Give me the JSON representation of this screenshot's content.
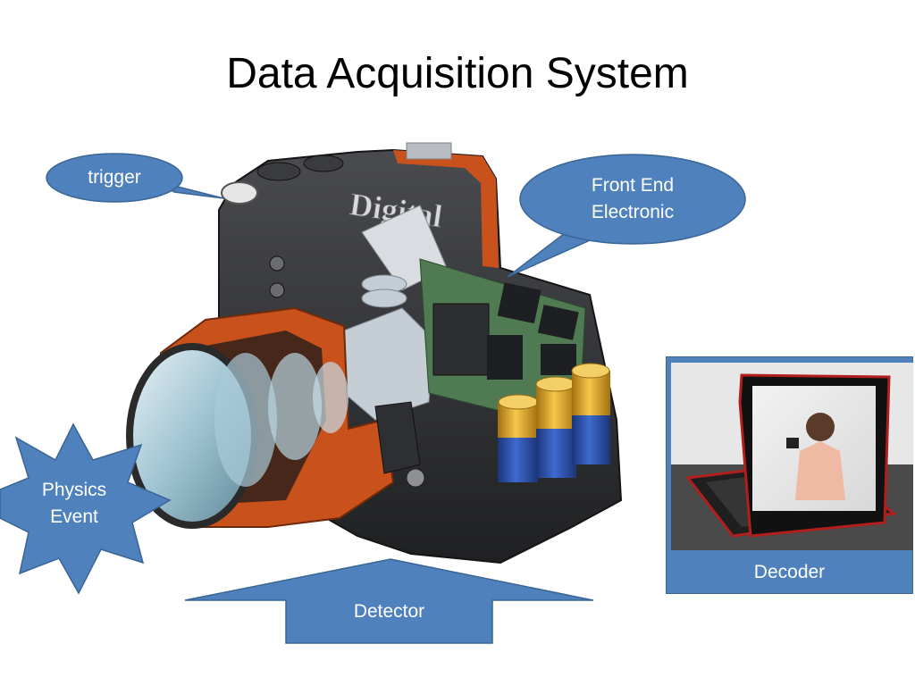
{
  "slide": {
    "title": "Data Acquisition System"
  },
  "callouts": {
    "trigger": "trigger",
    "front_end_line1": "Front End",
    "front_end_line2": "Electronic",
    "physics_line1": "Physics",
    "physics_line2": "Event",
    "detector": "Detector",
    "decoder": "Decoder"
  },
  "images": {
    "camera": "cutaway-camera-illustration",
    "camera_brand": "Digital",
    "laptop": "laptop-photo"
  },
  "colors": {
    "callout_fill": "#4f81bd",
    "callout_stroke": "#3a6595",
    "camera_body": "#2f3033",
    "cutaway_orange": "#c9511b",
    "battery_gold": "#e0a21a",
    "battery_blue": "#2a4fa8",
    "circuit_green": "#4f7a52"
  }
}
